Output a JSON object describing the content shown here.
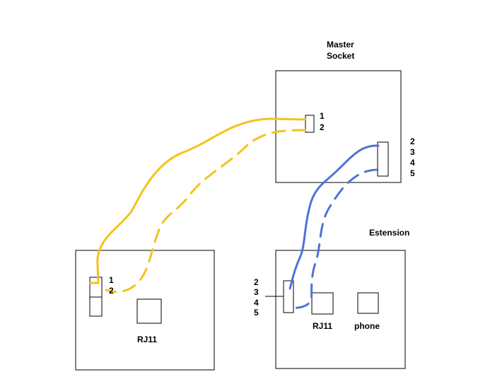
{
  "master": {
    "title_line1": "Master",
    "title_line2": "Socket",
    "pins_left": [
      "1",
      "2"
    ],
    "pins_right": [
      "2",
      "3",
      "4",
      "5"
    ]
  },
  "left_box": {
    "pins": [
      "1",
      "2"
    ],
    "rj11_label": "RJ11"
  },
  "extension": {
    "title": "Estension",
    "pins": [
      "2",
      "3",
      "4",
      "5"
    ],
    "rj11_label": "RJ11",
    "phone_label": "phone"
  },
  "colors": {
    "yellow_wire": "#F2C31C",
    "blue_wire": "#5072D6",
    "outline": "#000000"
  }
}
